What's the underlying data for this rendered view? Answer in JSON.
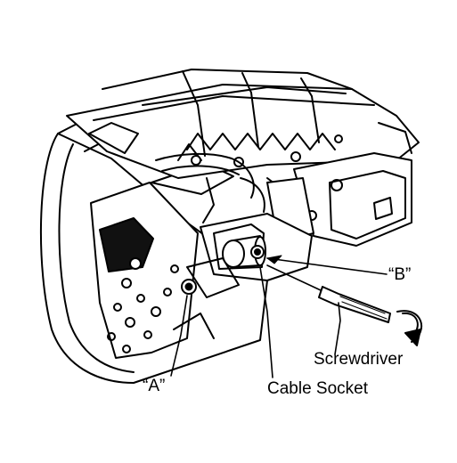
{
  "labels": {
    "b": "“B”",
    "screwdriver": "Screwdriver",
    "a": "“A”",
    "cable_socket": "Cable Socket"
  },
  "colors": {
    "ink": "#000000",
    "paper": "#ffffff"
  }
}
